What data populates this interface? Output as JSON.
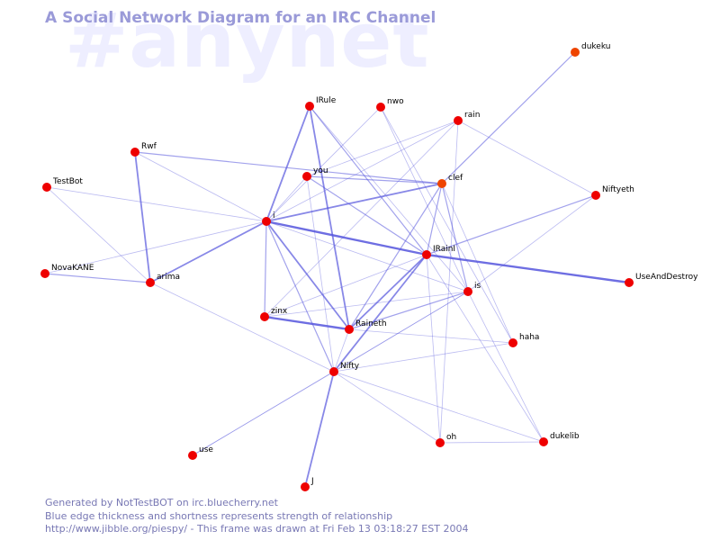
{
  "watermark": "#anynet",
  "title": "A Social Network Diagram for an IRC Channel",
  "footer": {
    "line1": "Generated by NotTestBOT on irc.bluecherry.net",
    "line2": "Blue edge thickness and shortness represents strength of relationship",
    "line3": "http://www.jibble.org/piespy/ - This frame was drawn at Fri Feb 13 03:18:27 EST 2004"
  },
  "colors": {
    "node": "#ee0000",
    "node_recent": "#ee4400",
    "edge": "#5555dd",
    "watermark": "#eeeeff",
    "title": "#9a9ad8",
    "footer": "#7878b4"
  },
  "graph": {
    "nodes": [
      {
        "id": "dukeku",
        "label": "dukeku",
        "recent": true
      },
      {
        "id": "IRule",
        "label": "IRule"
      },
      {
        "id": "nwo",
        "label": "nwo"
      },
      {
        "id": "rain",
        "label": "rain"
      },
      {
        "id": "Rwf",
        "label": "Rwf"
      },
      {
        "id": "you",
        "label": "you"
      },
      {
        "id": "clef",
        "label": "clef",
        "recent": true
      },
      {
        "id": "TestBot",
        "label": "TestBot"
      },
      {
        "id": "Niftyeth",
        "label": "Niftyeth"
      },
      {
        "id": "i",
        "label": "i"
      },
      {
        "id": "IRainI",
        "label": "IRainI"
      },
      {
        "id": "NovaKANE",
        "label": "NovaKANE"
      },
      {
        "id": "arima",
        "label": "arima"
      },
      {
        "id": "UseAndDestroy",
        "label": "UseAndDestroy"
      },
      {
        "id": "is",
        "label": "is"
      },
      {
        "id": "zinx",
        "label": "zinx"
      },
      {
        "id": "Raineth",
        "label": "Raineth"
      },
      {
        "id": "haha",
        "label": "haha"
      },
      {
        "id": "Nifty",
        "label": "Nifty"
      },
      {
        "id": "oh",
        "label": "oh"
      },
      {
        "id": "dukelib",
        "label": "dukelib"
      },
      {
        "id": "use",
        "label": "use"
      },
      {
        "id": "J",
        "label": "J"
      }
    ],
    "edges": [
      {
        "source": "i",
        "target": "IRainI",
        "weight": 3
      },
      {
        "source": "zinx",
        "target": "Raineth",
        "weight": 3
      },
      {
        "source": "IRainI",
        "target": "UseAndDestroy",
        "weight": 3
      },
      {
        "source": "i",
        "target": "IRule",
        "weight": 2
      },
      {
        "source": "i",
        "target": "clef",
        "weight": 2
      },
      {
        "source": "Rwf",
        "target": "arima",
        "weight": 2
      },
      {
        "source": "i",
        "target": "arima",
        "weight": 2
      },
      {
        "source": "i",
        "target": "Raineth",
        "weight": 2
      },
      {
        "source": "IRainI",
        "target": "Raineth",
        "weight": 2
      },
      {
        "source": "IRainI",
        "target": "Nifty",
        "weight": 2
      },
      {
        "source": "Nifty",
        "target": "J",
        "weight": 2
      },
      {
        "source": "IRule",
        "target": "Raineth",
        "weight": 2
      },
      {
        "source": "clef",
        "target": "IRainI",
        "weight": 1
      },
      {
        "source": "IRainI",
        "target": "Niftyeth",
        "weight": 1
      },
      {
        "source": "you",
        "target": "clef",
        "weight": 1
      },
      {
        "source": "Rwf",
        "target": "clef",
        "weight": 1
      },
      {
        "source": "you",
        "target": "IRainI",
        "weight": 1
      },
      {
        "source": "IRule",
        "target": "IRainI",
        "weight": 1
      },
      {
        "source": "clef",
        "target": "dukeku",
        "weight": 1
      },
      {
        "source": "i",
        "target": "zinx",
        "weight": 1
      },
      {
        "source": "i",
        "target": "Nifty",
        "weight": 1
      },
      {
        "source": "Raineth",
        "target": "is",
        "weight": 1
      },
      {
        "source": "clef",
        "target": "is",
        "weight": 1
      },
      {
        "source": "clef",
        "target": "Raineth",
        "weight": 1
      },
      {
        "source": "NovaKANE",
        "target": "arima",
        "weight": 1
      },
      {
        "source": "i",
        "target": "TestBot",
        "weight": 0
      },
      {
        "source": "i",
        "target": "NovaKANE",
        "weight": 0
      },
      {
        "source": "i",
        "target": "you",
        "weight": 0
      },
      {
        "source": "i",
        "target": "nwo",
        "weight": 0
      },
      {
        "source": "i",
        "target": "rain",
        "weight": 0
      },
      {
        "source": "i",
        "target": "is",
        "weight": 0
      },
      {
        "source": "IRule",
        "target": "is",
        "weight": 0
      },
      {
        "source": "nwo",
        "target": "is",
        "weight": 0
      },
      {
        "source": "nwo",
        "target": "haha",
        "weight": 0
      },
      {
        "source": "rain",
        "target": "Niftyeth",
        "weight": 0
      },
      {
        "source": "rain",
        "target": "you",
        "weight": 0
      },
      {
        "source": "rain",
        "target": "oh",
        "weight": 0
      },
      {
        "source": "rain",
        "target": "zinx",
        "weight": 0
      },
      {
        "source": "Rwf",
        "target": "i",
        "weight": 0
      },
      {
        "source": "TestBot",
        "target": "arima",
        "weight": 0
      },
      {
        "source": "you",
        "target": "Nifty",
        "weight": 0
      },
      {
        "source": "clef",
        "target": "haha",
        "weight": 0
      },
      {
        "source": "IRainI",
        "target": "dukelib",
        "weight": 0
      },
      {
        "source": "IRainI",
        "target": "oh",
        "weight": 0
      },
      {
        "source": "IRainI",
        "target": "zinx",
        "weight": 0
      },
      {
        "source": "arima",
        "target": "Nifty",
        "weight": 0
      },
      {
        "source": "zinx",
        "target": "is",
        "weight": 0
      },
      {
        "source": "Raineth",
        "target": "haha",
        "weight": 0
      },
      {
        "source": "Raineth",
        "target": "Nifty",
        "weight": 0
      },
      {
        "source": "is",
        "target": "Nifty",
        "weight": 0
      },
      {
        "source": "Nifty",
        "target": "haha",
        "weight": 0
      },
      {
        "source": "Nifty",
        "target": "oh",
        "weight": 0
      },
      {
        "source": "Nifty",
        "target": "dukelib",
        "weight": 0
      },
      {
        "source": "Nifty",
        "target": "use",
        "weight": 0
      },
      {
        "source": "oh",
        "target": "dukelib",
        "weight": 0
      },
      {
        "source": "is",
        "target": "Niftyeth",
        "weight": 0
      },
      {
        "source": "is",
        "target": "use",
        "weight": 0
      },
      {
        "source": "is",
        "target": "dukelib",
        "weight": 0
      }
    ]
  }
}
